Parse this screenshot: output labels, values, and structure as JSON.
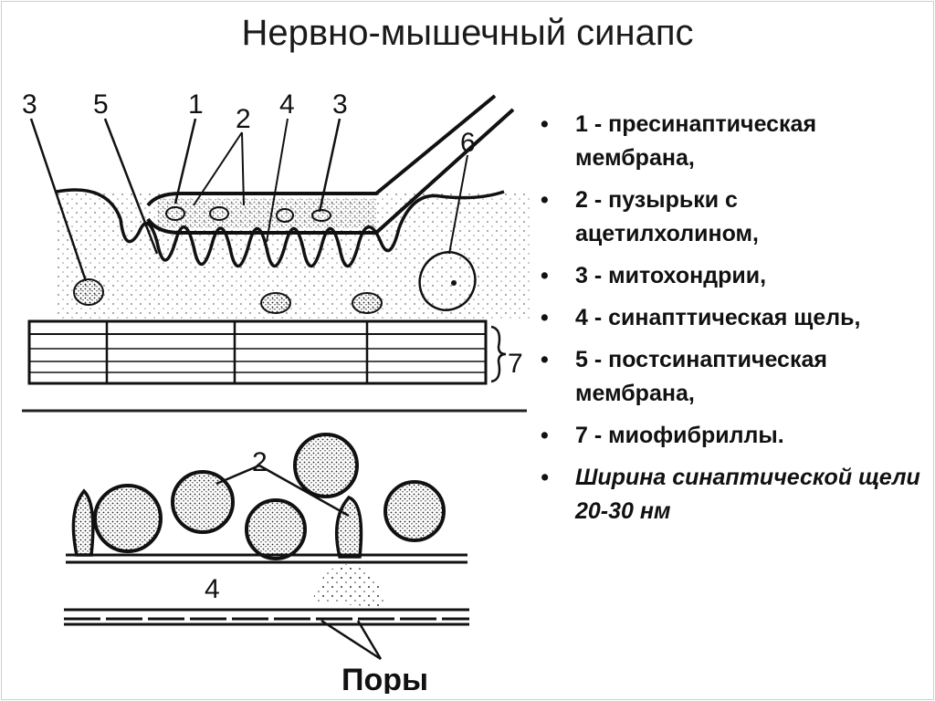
{
  "slide": {
    "title": "Нервно-мышечный синапс"
  },
  "diagram_top": {
    "labels": [
      "3",
      "5",
      "1",
      "2",
      "4",
      "3",
      "6",
      "7"
    ]
  },
  "diagram_bottom": {
    "labels": [
      "2",
      "4",
      "Поры"
    ]
  },
  "legend": {
    "items": [
      {
        "bullet": "•",
        "text": "1 - пресинаптическая мембрана,"
      },
      {
        "bullet": "•",
        "text": "2 - пузырьки с ацетилхолином,"
      },
      {
        "bullet": "•",
        "text": "3 - митохондрии,"
      },
      {
        "bullet": "•",
        "text": "4 - синапттическая щель,"
      },
      {
        "bullet": "•",
        "text": "5 - постсинаптическая мембрана,"
      },
      {
        "bullet": "•",
        "text": "7 - миофибриллы."
      }
    ],
    "note": {
      "bullet": "•",
      "text": "Ширина синаптической щели 20-30 нм"
    }
  }
}
